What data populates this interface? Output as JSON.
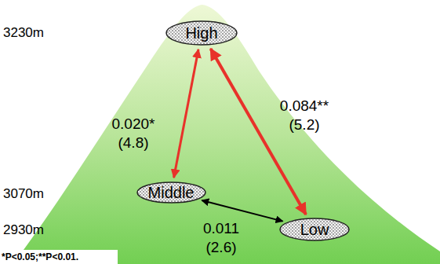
{
  "diagram": {
    "nodes": [
      {
        "text": [
          "High"
        ]
      },
      {
        "text": [
          "Middle"
        ]
      },
      {
        "text": [
          "Low"
        ]
      }
    ],
    "edges": [
      {
        "from": 0,
        "to": 1,
        "label": "0.020* (4.8)",
        "arrow": "both"
      },
      {
        "from": 0,
        "to": 2,
        "label": "0.084** (5.2)",
        "arrow": "both"
      },
      {
        "from": 1,
        "to": 2,
        "label": "0.011 (2.6)",
        "arrow": "both"
      }
    ],
    "labels": [
      "3230m",
      "3070m",
      "2930m",
      "*P<0.05;**P<0.01."
    ]
  }
}
